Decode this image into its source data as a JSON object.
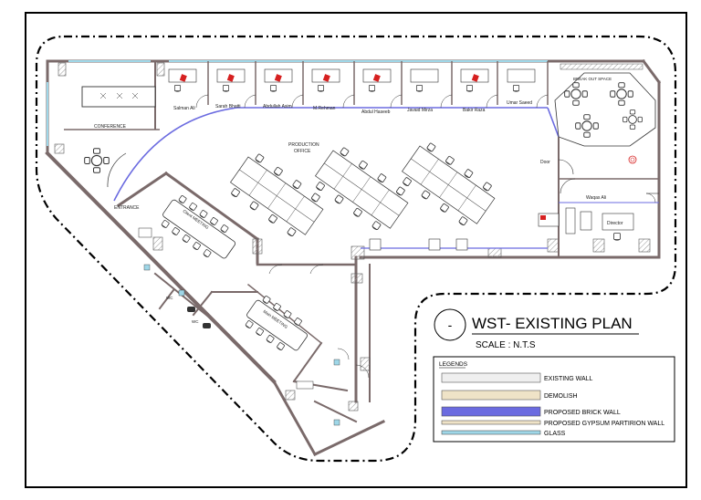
{
  "plan": {
    "symbol": "-",
    "title": "WST- EXISTING PLAN",
    "scale": "SCALE :  N.T.S"
  },
  "rooms": {
    "conference": "CONFERENCE",
    "entrance": "ENTRANCE",
    "breakout": "BREAK OUT SPACE",
    "production_line1": "PRODUCTION",
    "production_line2": "OFFICE",
    "door": "Door",
    "director": "Director",
    "meeting1": "Client MEETING",
    "meeting2": "Main MEETING",
    "wc1": "WC",
    "wc2": "WC"
  },
  "people": {
    "office1": "Salman Ali",
    "office2": "Sarah Bhatti",
    "office3": "Abdullah Asim",
    "office4": "M.Rehman",
    "office5": "Abdul Haseeb",
    "office6": "Javaid Mirza",
    "office7": "Bakir Raza",
    "office8": "Umar Saeed",
    "director_office": "Waqas Ali"
  },
  "legend": {
    "heading": "LEGENDS",
    "items": [
      {
        "label": "EXISTING WALL",
        "color": "#efefef"
      },
      {
        "label": "DEMOLISH",
        "color": "#efe3c7"
      },
      {
        "label": "PROPOSED BRICK WALL",
        "color": "#6b6be0"
      },
      {
        "label": "PROPOSED GYPSUM PARTIRION WALL",
        "color": "#efe3c7"
      },
      {
        "label": "GLASS",
        "color": "#9fd7e8"
      }
    ]
  },
  "colors": {
    "wall": "#7a6a6a",
    "glass": "#9fd7e8",
    "brick": "#6b6be0",
    "accent_red": "#d62020",
    "line": "#222222"
  }
}
